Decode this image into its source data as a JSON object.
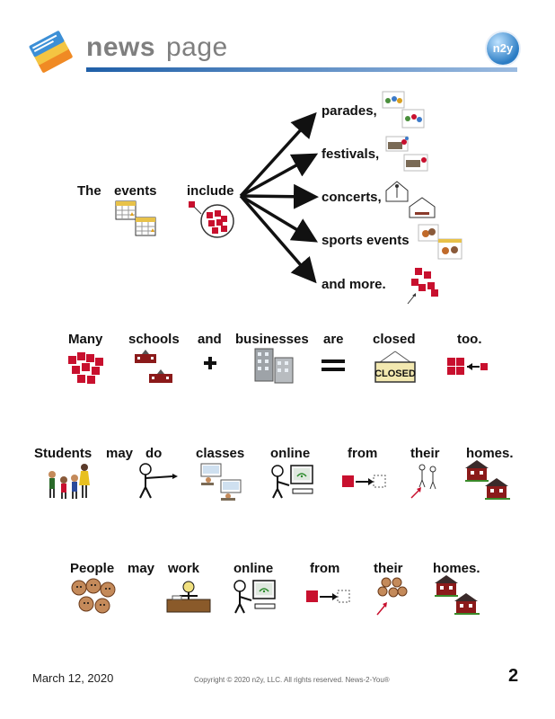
{
  "header": {
    "title_bold": "news",
    "title_light": "page",
    "badge": "n2y"
  },
  "row1": {
    "subject": [
      "The",
      "events",
      "include"
    ],
    "branches": [
      "parades,",
      "festivals,",
      "concerts,",
      "sports events",
      "and more."
    ]
  },
  "row2": {
    "words": [
      "Many",
      "schools",
      "and",
      "businesses",
      "are",
      "closed",
      "too."
    ],
    "sign_text": "CLOSED"
  },
  "row3": {
    "words": [
      "Students",
      "may",
      "do",
      "classes",
      "online",
      "from",
      "their",
      "homes."
    ]
  },
  "row4": {
    "words": [
      "People",
      "may",
      "work",
      "online",
      "from",
      "their",
      "homes."
    ]
  },
  "footer": {
    "date": "March 12, 2020",
    "copyright": "Copyright © 2020 n2y, LLC. All rights reserved. News-2-You®",
    "page_number": "2"
  },
  "colors": {
    "accent_red": "#c8102e",
    "header_blue": "#1f5fa8",
    "title_gray": "#7f7f7f"
  },
  "icons": [
    "documents-stack-icon",
    "n2y-logo-icon",
    "calendar-icon",
    "many-squares-icon",
    "parade-icon",
    "festival-icon",
    "concert-icon",
    "sports-icon",
    "school-icon",
    "plus-icon",
    "office-building-icon",
    "equals-icon",
    "closed-sign-icon",
    "arrow-to-red-icon",
    "group-of-people-icon",
    "person-pointing-icon",
    "classroom-icon",
    "computer-person-icon",
    "from-arrow-icon",
    "their-people-icon",
    "houses-icon",
    "faces-group-icon",
    "desk-worker-icon"
  ]
}
